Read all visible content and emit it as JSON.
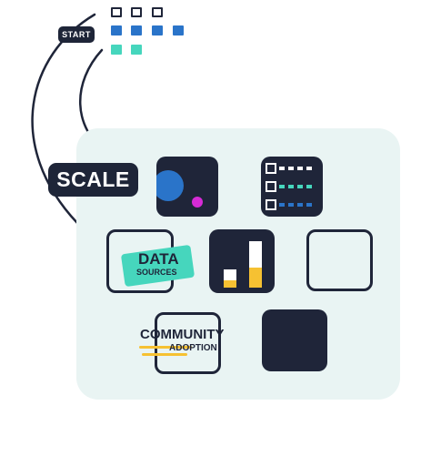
{
  "labels": {
    "start": "START",
    "scale": "SCALE",
    "data_line1": "DATA",
    "data_line2": "SOURCES",
    "community_line1": "COMMUNITY",
    "community_line2": "ADOPTION"
  },
  "colors": {
    "navy": "#1f2539",
    "panel": "#e9f4f3",
    "blue": "#2a74c9",
    "teal": "#46d6bd",
    "magenta": "#d62bd6",
    "yellow": "#f6c132"
  },
  "icons": {
    "start_grid": "mini-square-grid",
    "dots_tile": "blue-magenta-dots",
    "list_tile": "checklist-bars",
    "bar_tile": "bar-chart"
  }
}
